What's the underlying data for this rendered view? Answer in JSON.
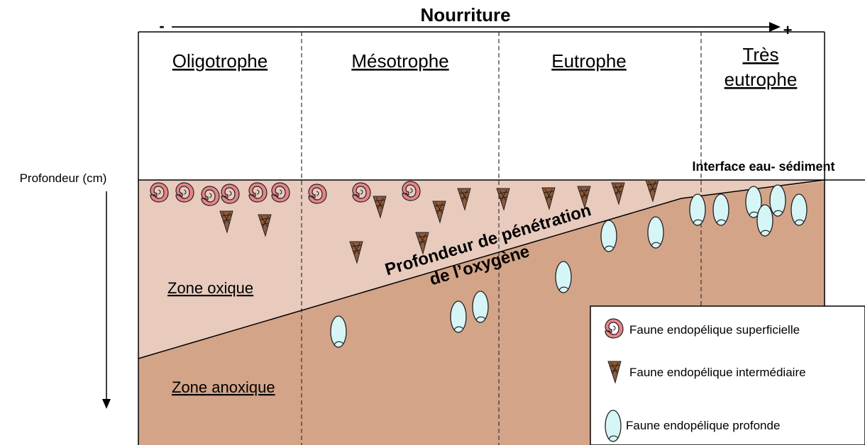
{
  "diagram": {
    "axis_title": "Nourriture",
    "minus_sign": "-",
    "plus_sign": "+",
    "depth_label": "Profondeur (cm)",
    "interface_label": "Interface eau- sédiment",
    "oxygen_label_line1": "Profondeur de pénétration",
    "oxygen_label_line2": "de l’oxygène",
    "zones": {
      "oxic": "Zone oxique",
      "anoxic": "Zone anoxique"
    },
    "columns": [
      {
        "lines": [
          "Oligotrophe"
        ]
      },
      {
        "lines": [
          "Mésotrophe"
        ]
      },
      {
        "lines": [
          "Eutrophe"
        ]
      },
      {
        "lines": [
          "Très",
          "eutrophe"
        ]
      }
    ],
    "legend": [
      {
        "icon": "spiral-shell-icon",
        "label": "Faune endopélique superficielle"
      },
      {
        "icon": "cone-shell-icon",
        "label": "Faune endopélique intermédiaire"
      },
      {
        "icon": "oval-shell-icon",
        "label": "Faune endopélique profonde"
      }
    ],
    "colors": {
      "oxic_zone": "#e8cbbd",
      "anoxic_zone": "#d4a488",
      "spiral_fill": "#e8838a",
      "cone_fill": "#8b5a3c",
      "oval_fill": "#d6f5f7"
    }
  }
}
